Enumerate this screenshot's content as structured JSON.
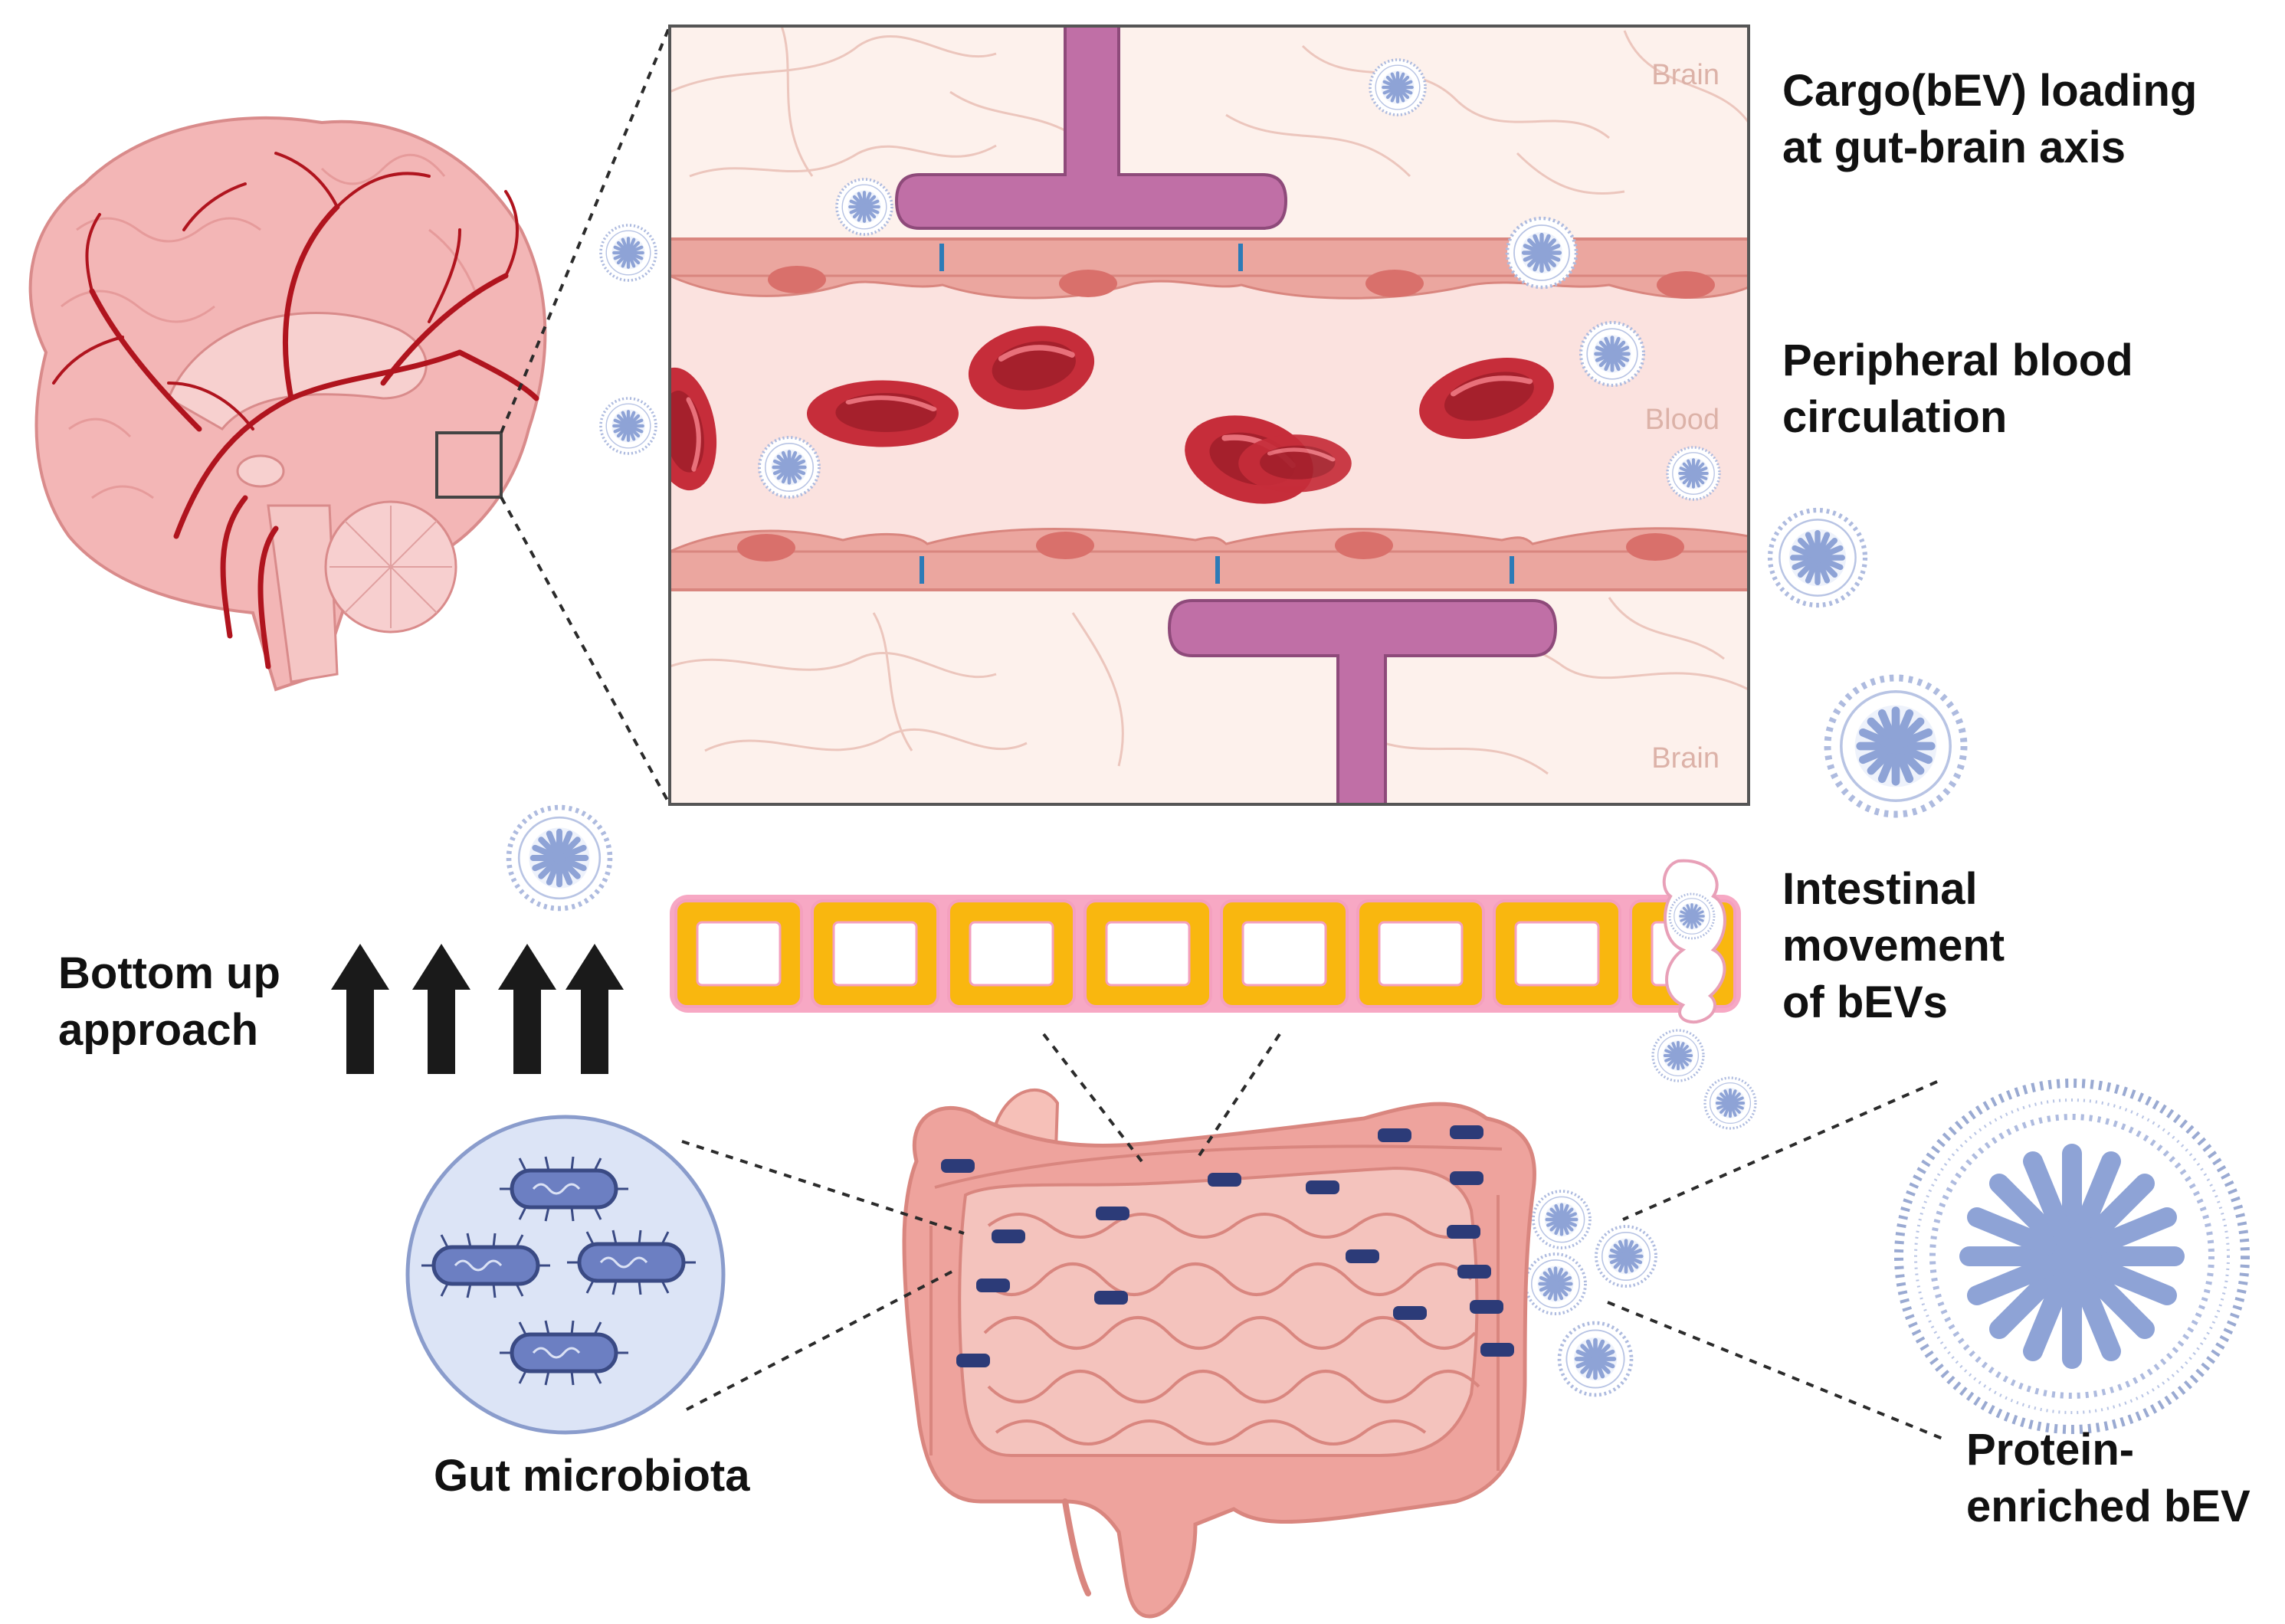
{
  "labels": {
    "cargo": [
      "Cargo(bEV) loading",
      "at gut-brain axis"
    ],
    "peripheral": [
      "Peripheral blood",
      "circulation"
    ],
    "intestinal": [
      "Intestinal",
      "movement",
      "of bEVs"
    ],
    "bottom_up": [
      "Bottom up",
      "approach"
    ],
    "gut_microbiota": "Gut microbiota",
    "protein_bev": [
      "Protein-",
      "enriched bEV"
    ]
  },
  "inset_labels": {
    "brain_top": "Brain",
    "blood": "Blood",
    "brain_bottom": "Brain"
  },
  "icons": [
    "brain-icon",
    "blood-brain-barrier-inset",
    "red-blood-cell-icon",
    "neuron-terminal-icon",
    "extracellular-vesicle-icon",
    "intestinal-epithelium-icon",
    "intestine-icon",
    "bacterium-icon",
    "up-arrow-icon"
  ],
  "colors": {
    "rbc": "#c62d3a",
    "endothelium": "#eba69f",
    "brain_tissue": "#fdf1ec",
    "blood_lumen": "#fbe2df",
    "neuron": "#c06fa6",
    "vesicle": "#8ea3d6",
    "gut": "#eea39d",
    "epithelium": "#f9b70f",
    "bacteria": "#5566a8",
    "arrow": "#1a1a1a"
  }
}
